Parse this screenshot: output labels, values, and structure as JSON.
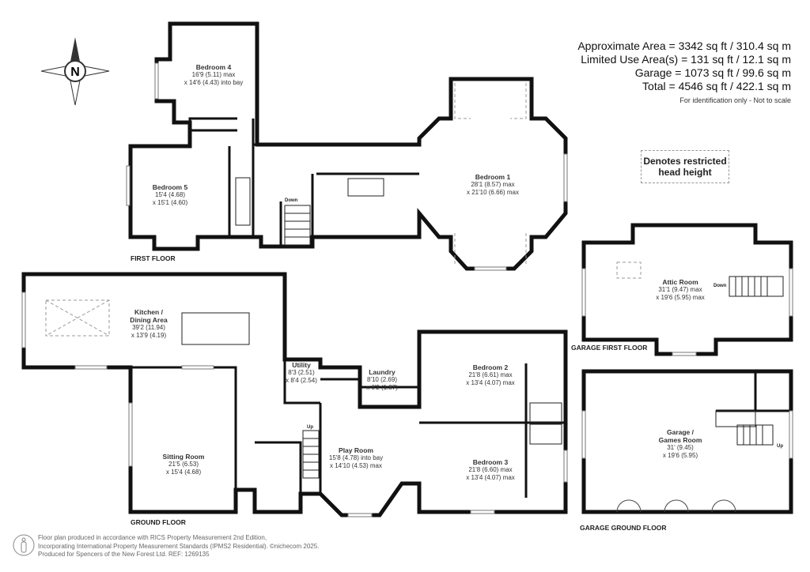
{
  "areas": {
    "lines": [
      "Approximate Area = 3342 sq ft / 310.4 sq m",
      "Limited Use Area(s) = 131 sq ft / 12.1 sq m",
      "Garage = 1073 sq ft / 99.6 sq m",
      "Total = 4546 sq ft / 422.1 sq m"
    ],
    "note": "For identification only - Not to scale"
  },
  "key": {
    "line1": "Denotes restricted",
    "line2": "head height"
  },
  "compass": {
    "letter": "N",
    "icon": "compass-rose-icon"
  },
  "floors": {
    "first": "FIRST FLOOR",
    "ground": "GROUND FLOOR",
    "garage_first": "GARAGE FIRST FLOOR",
    "garage_ground": "GARAGE GROUND FLOOR"
  },
  "rooms": [
    {
      "name": "Bedroom 4",
      "dim1": "16'9 (5.11) max",
      "dim2": "x 14'6 (4.43) into bay"
    },
    {
      "name": "Bedroom 5",
      "dim1": "15'4 (4.68)",
      "dim2": "x 15'1 (4.60)"
    },
    {
      "name": "Bedroom 1",
      "dim1": "28'1 (8.57) max",
      "dim2": "x 21'10 (6.66) max"
    },
    {
      "name": "Kitchen /",
      "dim0": "Dining Area",
      "dim1": "39'2 (11.94)",
      "dim2": "x 13'9 (4.19)"
    },
    {
      "name": "Utility",
      "dim1": "8'3 (2.51)",
      "dim2": "x 8'4 (2.54)"
    },
    {
      "name": "Laundry",
      "dim1": "8'10 (2.69)",
      "dim2": "x 6'2 (1.87)"
    },
    {
      "name": "Sitting Room",
      "dim1": "21'5 (6.53)",
      "dim2": "x 15'4 (4.68)"
    },
    {
      "name": "Play Room",
      "dim1": "15'8 (4.78) into bay",
      "dim2": "x 14'10 (4.53) max"
    },
    {
      "name": "Bedroom 2",
      "dim1": "21'8 (6.61) max",
      "dim2": "x 13'4 (4.07) max"
    },
    {
      "name": "Bedroom 3",
      "dim1": "21'8 (6.60) max",
      "dim2": "x 13'4 (4.07) max"
    },
    {
      "name": "Attic Room",
      "dim1": "31'1 (9.47) max",
      "dim2": "x 19'6 (5.95) max"
    },
    {
      "name": "Garage /",
      "dim0": "Games Room",
      "dim1": "31' (9.45)",
      "dim2": "x 19'6 (5.95)"
    }
  ],
  "stairs": {
    "down": "Down",
    "up": "Up"
  },
  "footer": {
    "line1": "Floor plan produced in accordance with RICS Property Measurement 2nd Edition,",
    "line2": "Incorporating International Property Measurement Standards (IPMS2 Residential).   ©nichecom 2025.",
    "line3": "Produced for Spencers of the New Forest Ltd.   REF:  1269135"
  }
}
